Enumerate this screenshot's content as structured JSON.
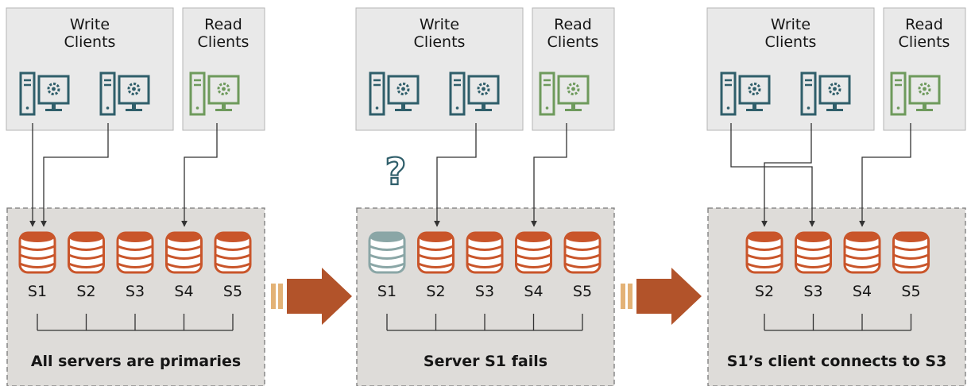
{
  "panels": [
    {
      "write_label": [
        "Write",
        "Clients"
      ],
      "read_label": [
        "Read",
        "Clients"
      ],
      "servers": [
        "S1",
        "S2",
        "S3",
        "S4",
        "S5"
      ],
      "failed_server": "",
      "caption": "All servers are primaries"
    },
    {
      "write_label": [
        "Write",
        "Clients"
      ],
      "read_label": [
        "Read",
        "Clients"
      ],
      "servers": [
        "S1",
        "S2",
        "S3",
        "S4",
        "S5"
      ],
      "failed_server": "S1",
      "question_mark": "?",
      "caption": "Server S1 fails"
    },
    {
      "write_label": [
        "Write",
        "Clients"
      ],
      "read_label": [
        "Read",
        "Clients"
      ],
      "servers": [
        "S2",
        "S3",
        "S4",
        "S5"
      ],
      "failed_server": "",
      "caption": "S1’s client connects to S3"
    }
  ],
  "colors": {
    "panel_fill": "#dedcd9",
    "panel_border": "#7a7a7a",
    "client_box_fill": "#e9e9e9",
    "client_box_border": "#b5b5b5",
    "write_client": "#2f5e6a",
    "read_client": "#6e9a5c",
    "db_active": "#c9552a",
    "db_failed": "#8aa6a6",
    "arrow": "#b2532a",
    "arrow_tail": "#e3b276",
    "line": "#333333"
  },
  "icons": {
    "write_client": "desktop-computer-icon",
    "read_client": "desktop-computer-icon",
    "server": "database-icon",
    "transition": "chevron-arrow-icon"
  }
}
